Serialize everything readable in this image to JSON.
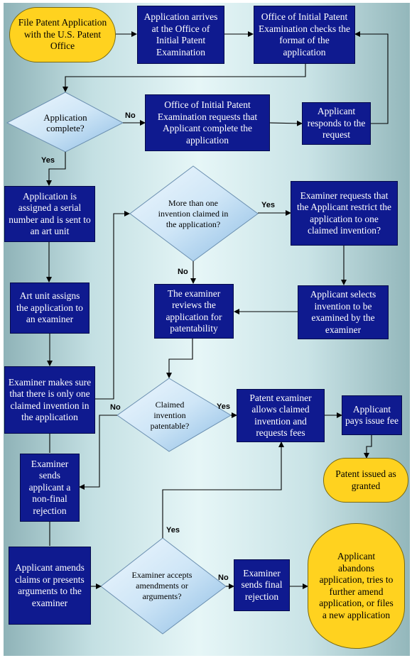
{
  "nodes": {
    "start": "File Patent Application with the U.S. Patent Office",
    "arrives": "Application arrives at the Office of Initial Patent Examination",
    "checks_format": "Office of Initial Patent Examination checks the format of the application",
    "complete_q": "Application complete?",
    "request_complete": "Office of Initial  Patent Examination requests that Applicant complete the application",
    "responds": "Applicant responds to the request",
    "serial": "Application is assigned a serial number and is sent to an art unit",
    "art_unit": "Art unit assigns the application to an examiner",
    "one_invention_check": "Examiner makes sure that there is only one claimed invention in the application",
    "more_than_one_q": "More than one invention claimed in the application?",
    "restrict_request": "Examiner requests that the Applicant restrict the application to one claimed invention?",
    "selects_invention": "Applicant selects invention to be examined by the examiner",
    "reviews": "The examiner reviews the application for patentability",
    "patentable_q": "Claimed invention patentable?",
    "allows": "Patent examiner allows claimed invention and requests fees",
    "pays_fee": "Applicant pays issue fee",
    "issued": "Patent issued as granted",
    "non_final": "Examiner sends applicant a non-final rejection",
    "amends": "Applicant amends claims or presents arguments to the examiner",
    "accepts_q": "Examiner accepts amendments or arguments?",
    "final_rejection": "Examiner sends final rejection",
    "abandons": "Applicant abandons application, tries to further amend application, or files a new application"
  },
  "labels": {
    "no": "No",
    "yes": "Yes"
  },
  "colors": {
    "process_fill": "#0f1a8f",
    "terminal_fill": "#ffd21f",
    "decision_fill": "#cfe6f7",
    "connector": "#000000"
  }
}
